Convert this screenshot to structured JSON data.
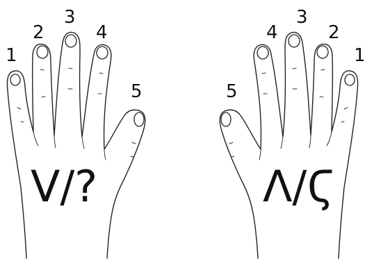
{
  "left_hand": {
    "finger_labels": [
      "1",
      "2",
      "3",
      "4",
      "5"
    ],
    "symbol": "V/?"
  },
  "right_hand": {
    "finger_labels": [
      "5",
      "4",
      "3",
      "2",
      "1"
    ],
    "symbol": "Λ/Ϛ"
  }
}
